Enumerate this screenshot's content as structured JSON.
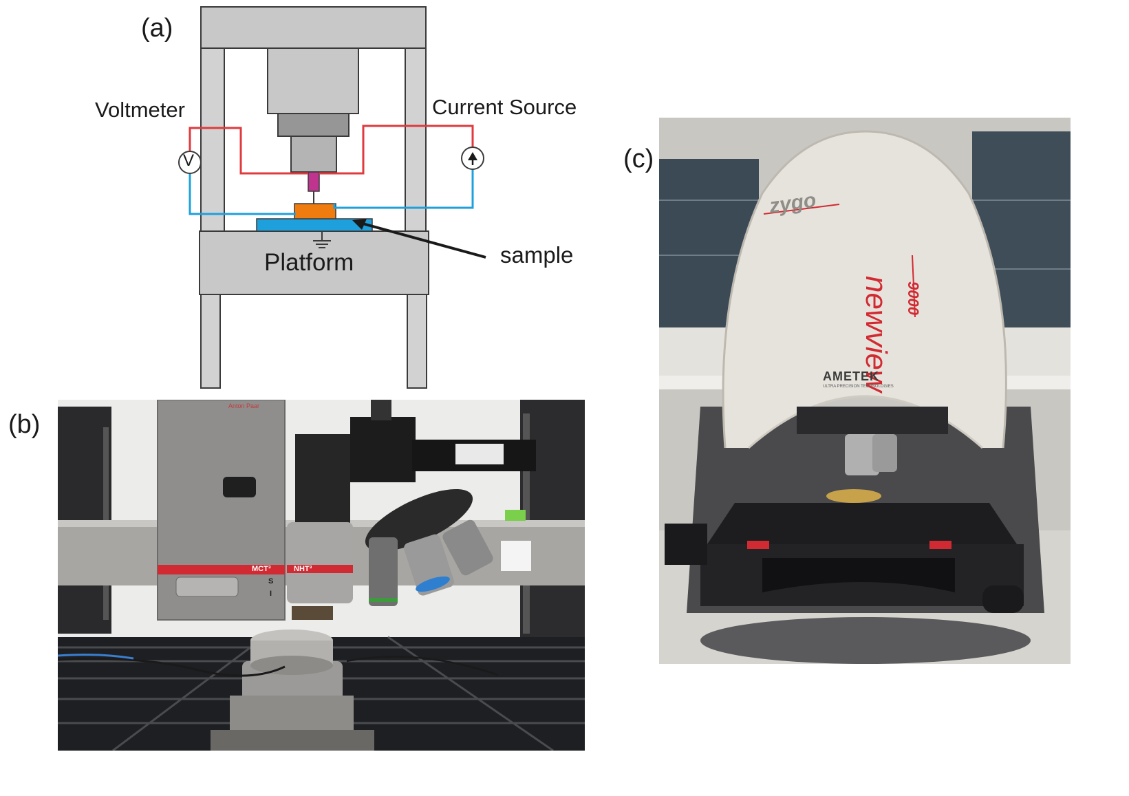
{
  "panels": {
    "a": {
      "label": "(a)",
      "voltmeter_label": "Voltmeter",
      "current_source_label": "Current Source",
      "voltmeter_symbol": "V",
      "sample_label": "sample",
      "platform_label": "Platform"
    },
    "b": {
      "label": "(b)",
      "brand_text": "Anton Paar",
      "module_left": "MCT³",
      "module_right": "NHT³",
      "switch_s": "S",
      "switch_i": "I"
    },
    "c": {
      "label": "(c)",
      "logo_text": "zygo",
      "product_name": "newview",
      "product_number": "9000",
      "maker": "AMETEK",
      "maker_tagline": "ULTRA PRECISION TECHNOLOGIES"
    }
  },
  "colors": {
    "frame_gray": "#c8c8c8",
    "frame_outline": "#3a3a3a",
    "wire_red": "#e03a3e",
    "wire_blue": "#1ea0dc",
    "sample_orange": "#f07c0f",
    "tip_magenta": "#c0348f",
    "machine_red": "#d22a32"
  }
}
